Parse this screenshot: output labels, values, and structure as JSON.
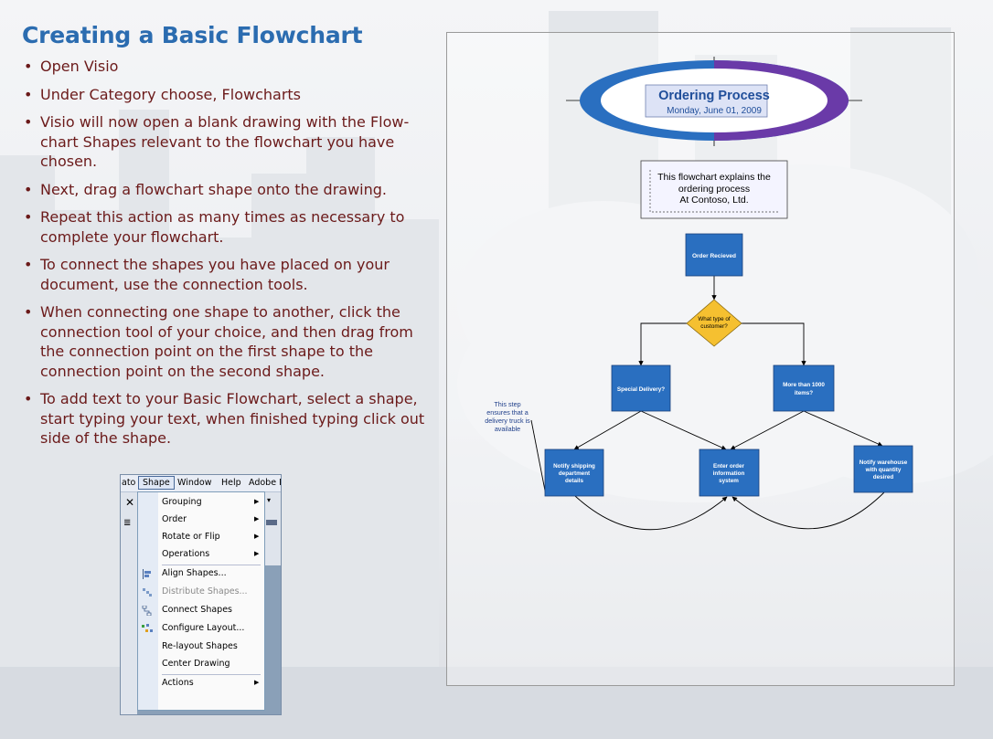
{
  "slide": {
    "title": "Creating a Basic Flowchart",
    "bullets": [
      "Open Visio",
      "Under Category choose, Flowcharts",
      "Visio will now open a blank drawing with the Flow-chart Shapes relevant to the flowchart you have chosen.",
      "Next, drag a flowchart shape onto the drawing.",
      "Repeat this action as many times as necessary to complete your flowchart.",
      "To connect the shapes you have placed on your document, use the connection tools.",
      " When connecting one shape to another, click the connection tool of your choice, and then drag from the connection point on the first shape to the connection point on the second shape.",
      "To add text to your Basic Flowchart, select a shape, start typing your text, when finished typing click out side of the shape."
    ]
  },
  "menu_screenshot": {
    "menubar": {
      "partial_left": "ato",
      "shape": "Shape",
      "window": "Window",
      "help": "Help",
      "partial_right": "Adobe P"
    },
    "items": [
      {
        "label": "Grouping",
        "submenu": true,
        "enabled": true
      },
      {
        "label": "Order",
        "submenu": true,
        "enabled": true
      },
      {
        "label": "Rotate or Flip",
        "submenu": true,
        "enabled": true
      },
      {
        "label": "Operations",
        "submenu": true,
        "enabled": true
      },
      {
        "label": "Align Shapes...",
        "submenu": false,
        "enabled": true,
        "icon": "align-shapes-icon"
      },
      {
        "label": "Distribute Shapes...",
        "submenu": false,
        "enabled": false,
        "icon": "distribute-shapes-icon"
      },
      {
        "label": "Connect Shapes",
        "submenu": false,
        "enabled": true,
        "icon": "connect-shapes-icon"
      },
      {
        "label": "Configure Layout...",
        "submenu": false,
        "enabled": true,
        "icon": "configure-layout-icon"
      },
      {
        "label": "Re-layout Shapes",
        "submenu": false,
        "enabled": true
      },
      {
        "label": "Center Drawing",
        "submenu": false,
        "enabled": true
      },
      {
        "label": "Actions",
        "submenu": true,
        "enabled": true
      }
    ]
  },
  "flowchart": {
    "header_title": "Ordering Process",
    "header_date": "Monday, June 01, 2009",
    "note_lines": [
      "This flowchart explains the",
      "ordering process",
      "At Contoso, Ltd."
    ],
    "start": "Order Recieved",
    "decision_lines": [
      "What type of",
      "customer?"
    ],
    "branch_left": "Special Delivery?",
    "branch_right_lines": [
      "More than 1000",
      "items?"
    ],
    "callout_lines": [
      "This step",
      "ensures that a",
      "delivery truck is",
      "available"
    ],
    "step_left_lines": [
      "Notify shipping",
      "department",
      "details"
    ],
    "step_center_lines": [
      "Enter order",
      "information",
      "system"
    ],
    "step_right_lines": [
      "Notify warehouse",
      "with quantity",
      "desired"
    ],
    "colors": {
      "process_fill": "#2a6fc0",
      "decision_fill": "#f5c030",
      "title_text": "#1f4e9a",
      "ellipse_blue": "#2a6fc0",
      "ellipse_purple": "#6a3aa8"
    }
  }
}
